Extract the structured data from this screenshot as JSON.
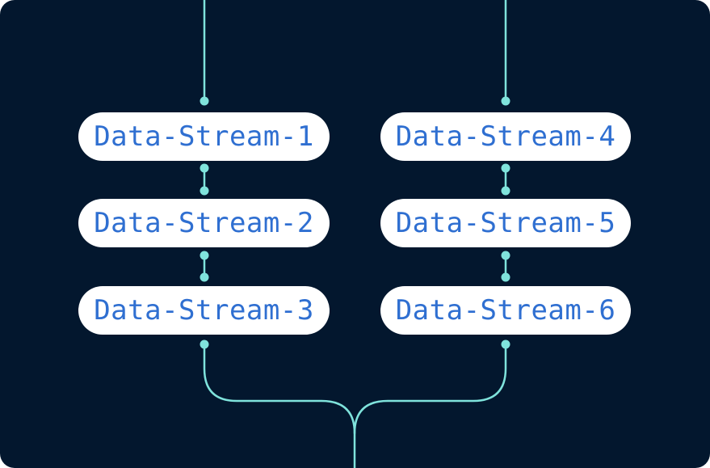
{
  "colors": {
    "background": "#03172e",
    "connector": "#7fe3dc",
    "node_fill": "#ffffff",
    "node_text": "#2f6fd1"
  },
  "streams": {
    "left": [
      {
        "label": "Data-Stream-1"
      },
      {
        "label": "Data-Stream-2"
      },
      {
        "label": "Data-Stream-3"
      }
    ],
    "right": [
      {
        "label": "Data-Stream-4"
      },
      {
        "label": "Data-Stream-5"
      },
      {
        "label": "Data-Stream-6"
      }
    ]
  }
}
